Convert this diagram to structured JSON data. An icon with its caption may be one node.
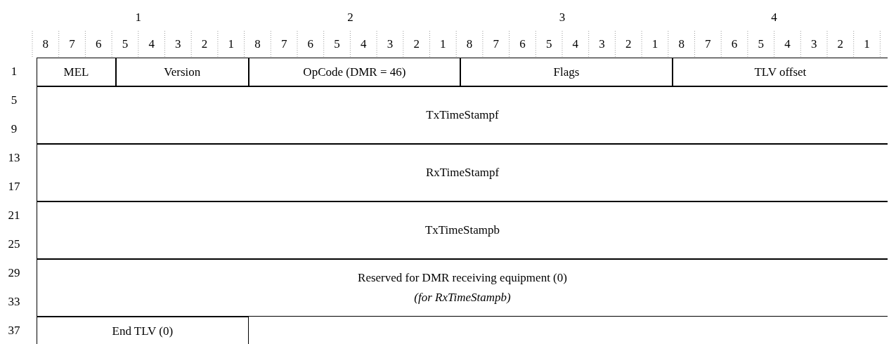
{
  "diagram": {
    "nodes": [
      {
        "text": [
          "MEL"
        ]
      },
      {
        "text": [
          "Version"
        ]
      },
      {
        "text": [
          "OpCode (DMR = 46)"
        ]
      },
      {
        "text": [
          "Flags"
        ]
      },
      {
        "text": [
          "TLV offset"
        ]
      },
      {
        "text": [
          "TxTimeStampf"
        ]
      },
      {
        "text": [
          "RxTimeStampf"
        ]
      },
      {
        "text": [
          "TxTimeStampb"
        ]
      },
      {
        "text": [
          "Reserved for DMR receiving equipment (0)",
          "(for RxTimeStampb)"
        ]
      },
      {
        "text": [
          "End TLV (0)"
        ]
      }
    ],
    "labels": [
      "1",
      "2",
      "3",
      "4",
      "8",
      "7",
      "6",
      "5",
      "4",
      "3",
      "2",
      "1",
      "8",
      "7",
      "6",
      "5",
      "4",
      "3",
      "2",
      "1",
      "8",
      "7",
      "6",
      "5",
      "4",
      "3",
      "2",
      "1",
      "8",
      "7",
      "6",
      "5",
      "4",
      "3",
      "2",
      "1",
      "1",
      "5",
      "9",
      "13",
      "17",
      "21",
      "25",
      "29",
      "33",
      "37"
    ]
  }
}
